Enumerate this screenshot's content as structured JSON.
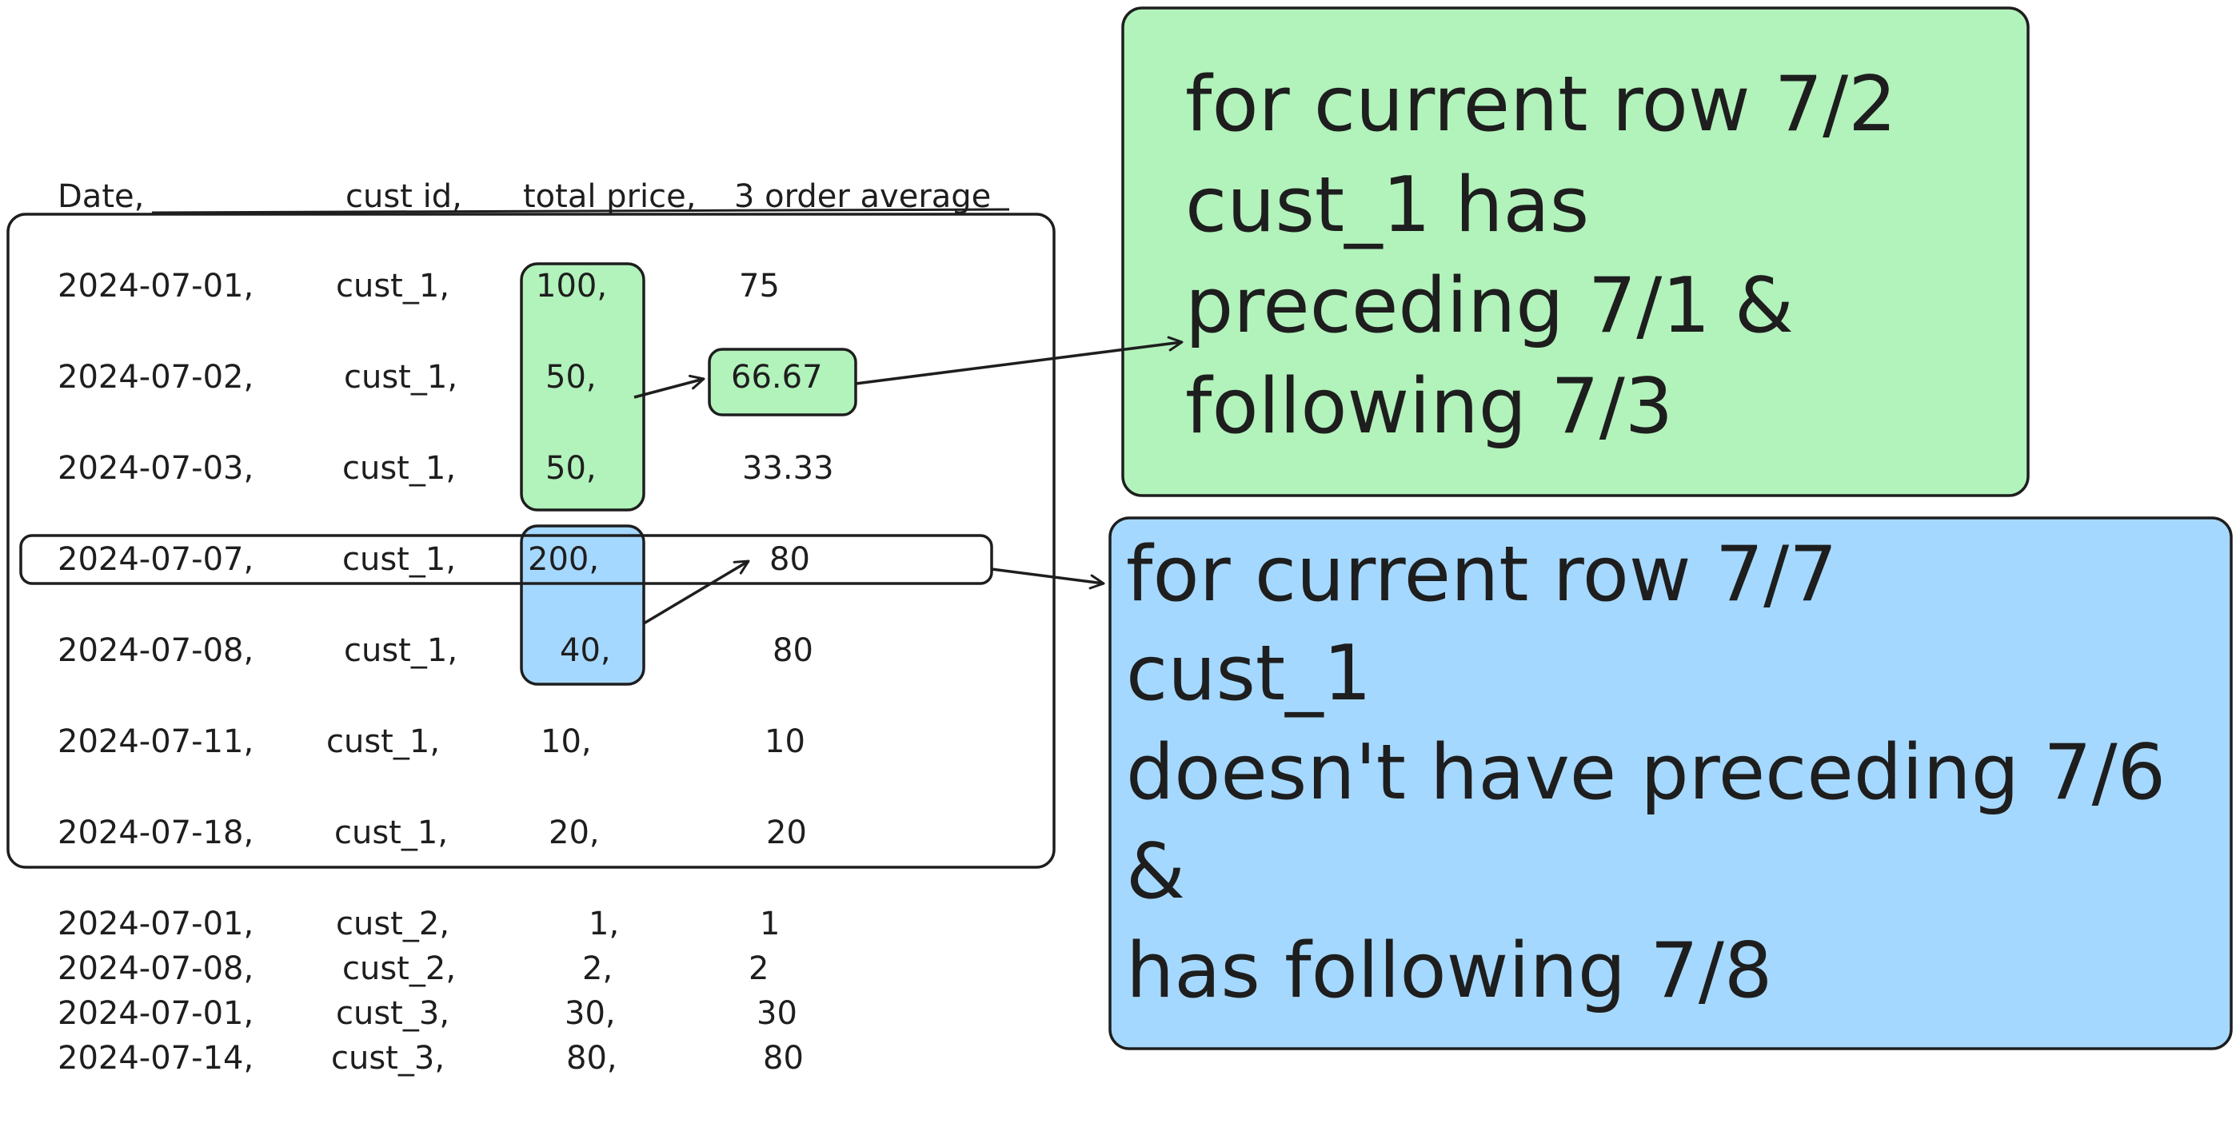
{
  "columns": {
    "date": "Date,",
    "cust_id": "cust id,",
    "total_price": "total price,",
    "avg": "3 order average"
  },
  "rows": [
    {
      "date": "2024-07-01,",
      "cust": "cust_1,",
      "price": "100,",
      "avg": "75"
    },
    {
      "date": "2024-07-02,",
      "cust": "cust_1,",
      "price": "50,",
      "avg": "66.67"
    },
    {
      "date": "2024-07-03,",
      "cust": "cust_1,",
      "price": "50,",
      "avg": "33.33"
    },
    {
      "date": "2024-07-07,",
      "cust": "cust_1,",
      "price": "200,",
      "avg": "80"
    },
    {
      "date": "2024-07-08,",
      "cust": "cust_1,",
      "price": "40,",
      "avg": "80"
    },
    {
      "date": "2024-07-11,",
      "cust": "cust_1,",
      "price": "10,",
      "avg": "10"
    },
    {
      "date": "2024-07-18,",
      "cust": "cust_1,",
      "price": "20,",
      "avg": "20"
    },
    {
      "date": "2024-07-01,",
      "cust": "cust_2,",
      "price": "1,",
      "avg": "1"
    },
    {
      "date": "2024-07-08,",
      "cust": "cust_2,",
      "price": "2,",
      "avg": "2"
    },
    {
      "date": "2024-07-01,",
      "cust": "cust_3,",
      "price": "30,",
      "avg": "30"
    },
    {
      "date": "2024-07-14,",
      "cust": "cust_3,",
      "price": "80,",
      "avg": "80"
    }
  ],
  "green_note": {
    "lines": [
      "for current row 7/2",
      "cust_1 has",
      "preceding 7/1 &",
      "following 7/3"
    ]
  },
  "blue_note": {
    "lines": [
      "for current row 7/7",
      "cust_1",
      "doesn't have preceding 7/6",
      " &",
      "has following 7/8"
    ]
  },
  "colors": {
    "green_fill": "#b2f2bb",
    "blue_fill": "#a5d8ff",
    "stroke": "#1e1e1e"
  }
}
